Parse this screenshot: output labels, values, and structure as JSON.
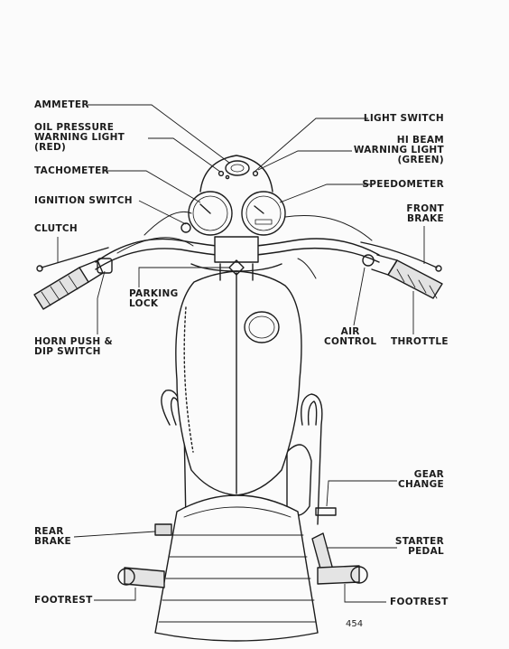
{
  "labels": {
    "ammeter": "AMMETER",
    "oil_pressure": "OIL PRESSURE\nWARNING LIGHT\n(RED)",
    "tachometer": "TACHOMETER",
    "ignition_switch": "IGNITION SWITCH",
    "clutch": "CLUTCH",
    "horn_push": "HORN PUSH &\nDIP SWITCH",
    "parking_lock": "PARKING\nLOCK",
    "light_switch": "LIGHT SWITCH",
    "hi_beam": "HI BEAM\nWARNING LIGHT\n(GREEN)",
    "speedometer": "SPEEDOMETER",
    "front_brake": "FRONT\nBRAKE",
    "air_control": "AIR\nCONTROL",
    "throttle": "THROTTLE",
    "gear_change": "GEAR\nCHANGE",
    "starter_pedal": "STARTER\nPEDAL",
    "rear_brake": "REAR\nBRAKE",
    "footrest_left": "FOOTREST",
    "footrest_right": "FOOTREST"
  },
  "page_number": "454",
  "colors": {
    "ink": "#1c1c1c",
    "paper": "#fbfbfb"
  }
}
